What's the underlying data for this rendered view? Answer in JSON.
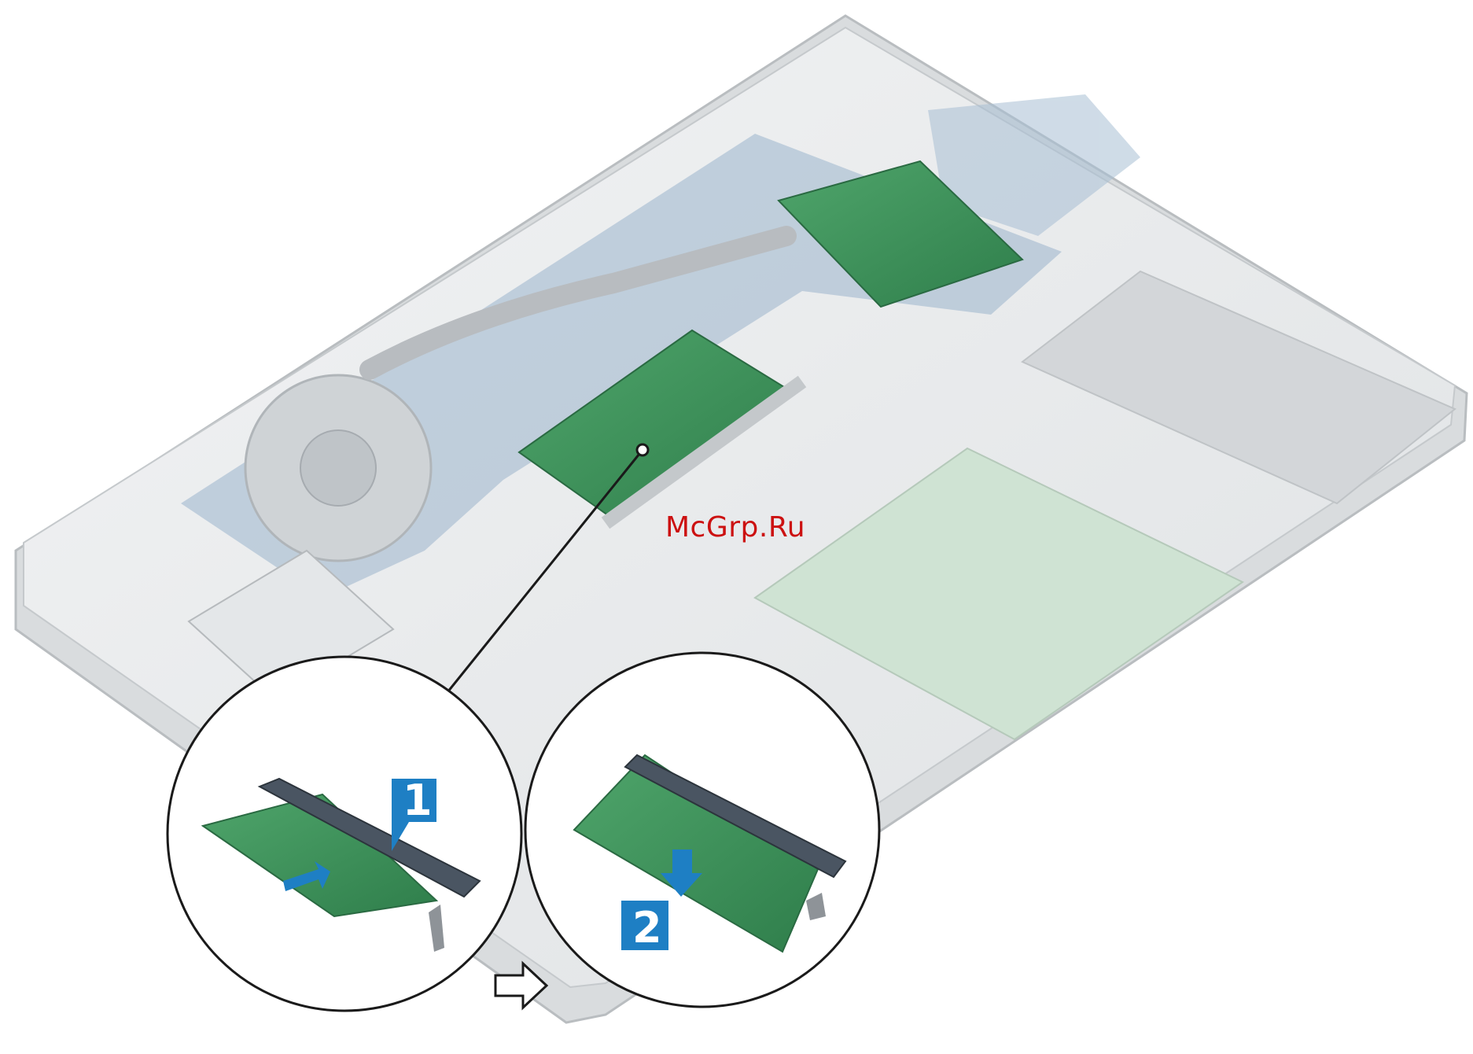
{
  "watermark": "McGrp.Ru",
  "steps": [
    {
      "number": "1"
    },
    {
      "number": "2"
    }
  ],
  "colors": {
    "callout_blue": "#1e7fc4",
    "pcb_green": "#3d8f5c",
    "chassis_gray": "#e6e8ea",
    "watermark_red": "#cc1111"
  }
}
